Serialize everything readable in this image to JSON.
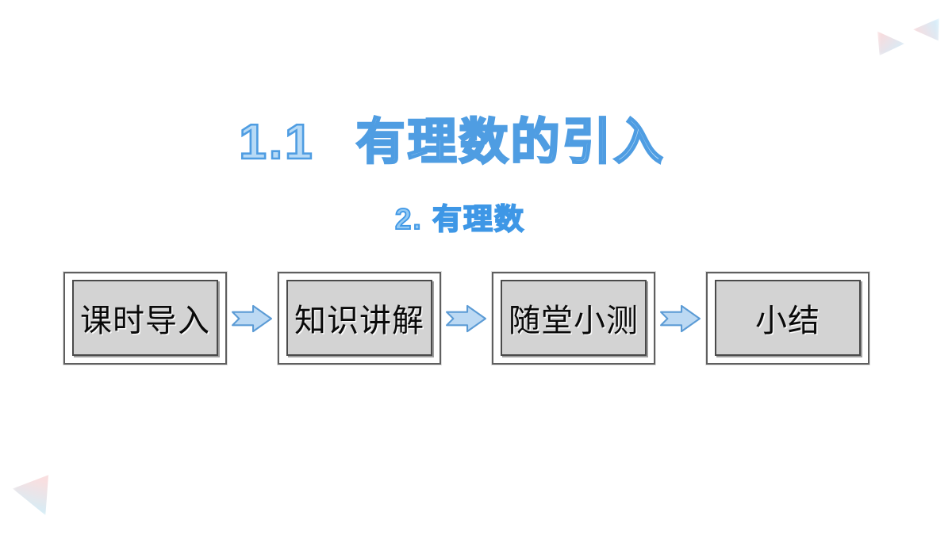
{
  "slide": {
    "title": {
      "number": "1.1",
      "text": "有理数的引入"
    },
    "subtitle": "2. 有理数",
    "flow": {
      "steps": [
        {
          "label": "课时导入"
        },
        {
          "label": "知识讲解"
        },
        {
          "label": "随堂小测"
        },
        {
          "label": "小结"
        }
      ],
      "connector": "right-arrow"
    },
    "decorations": [
      {
        "name": "top-right-triangle-pink-blue",
        "pointing": "right"
      },
      {
        "name": "top-right-triangle-blue-pink",
        "pointing": "left"
      },
      {
        "name": "bottom-left-triangle-pink-blue",
        "pointing": "left"
      }
    ],
    "colors": {
      "background": "#ffffff",
      "title_fill": "#b7daf6",
      "title_stroke": "#4f9de2",
      "subtitle_fill": "#93c9f3",
      "subtitle_stroke": "#3e97e6",
      "arrow_fill": "#bcd9f3",
      "arrow_stroke": "#5b9bd5",
      "box_fill": "#d3d3d3",
      "box_outer_border": "#5f5f5f",
      "box_inner_border": "#4a4a4a",
      "box_text": "#0a0a0a",
      "triangle_pink": "#f8d7d9",
      "triangle_blue": "#cdeaf9"
    }
  }
}
